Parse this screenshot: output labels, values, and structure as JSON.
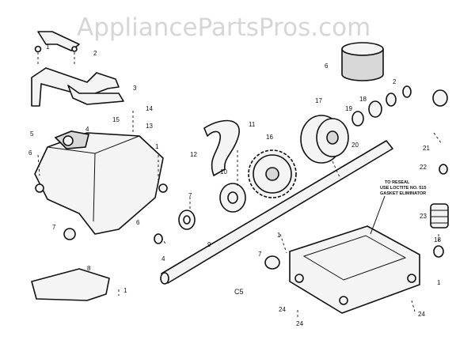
{
  "watermark": "AppliancePartsPros.com",
  "shaft_label": "C5",
  "note": {
    "line1": "TO RESEAL",
    "line2": "USE LOCTITE NO. 515",
    "line3": "GASKET ELIMINATOR"
  },
  "callouts": [
    "1",
    "2",
    "3",
    "14",
    "13",
    "15",
    "4",
    "5",
    "6",
    "1",
    "7",
    "6",
    "4",
    "8",
    "1",
    "12",
    "11",
    "10",
    "7",
    "9",
    "16",
    "17",
    "19",
    "18",
    "20",
    "21",
    "22",
    "23",
    "18",
    "7",
    "24",
    "24",
    "24",
    "1",
    "1",
    "2",
    "6"
  ]
}
